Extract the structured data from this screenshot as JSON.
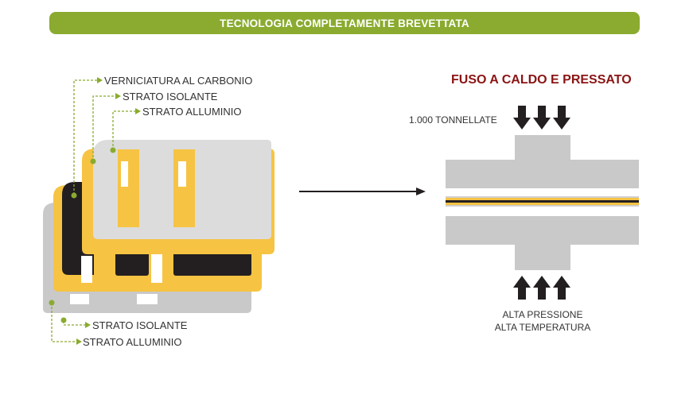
{
  "banner": {
    "title": "TECNOLOGIA COMPLETAMENTE BREVETTATA"
  },
  "left_stack": {
    "top_labels": [
      "VERNICIATURA AL CARBONIO",
      "STRATO ISOLANTE",
      "STRATO ALLUMINIO"
    ],
    "bottom_labels": [
      "STRATO ISOLANTE",
      "STRATO ALLUMINIO"
    ]
  },
  "press": {
    "title": "FUSO A CALDO E PRESSATO",
    "force": "1.000 TONNELLATE",
    "conditions_line1": "ALTA PRESSIONE",
    "conditions_line2": "ALTA TEMPERATURA"
  },
  "colors": {
    "banner_green": "#8aab2f",
    "leader_green": "#8aab2f",
    "aluminium_gray": "#c9c9c9",
    "insulation_yellow": "#f6c343",
    "carbon_black": "#231f20",
    "title_red": "#8b1414"
  },
  "icons": [
    "arrow-down-icon",
    "arrow-up-icon",
    "arrow-right-icon"
  ]
}
